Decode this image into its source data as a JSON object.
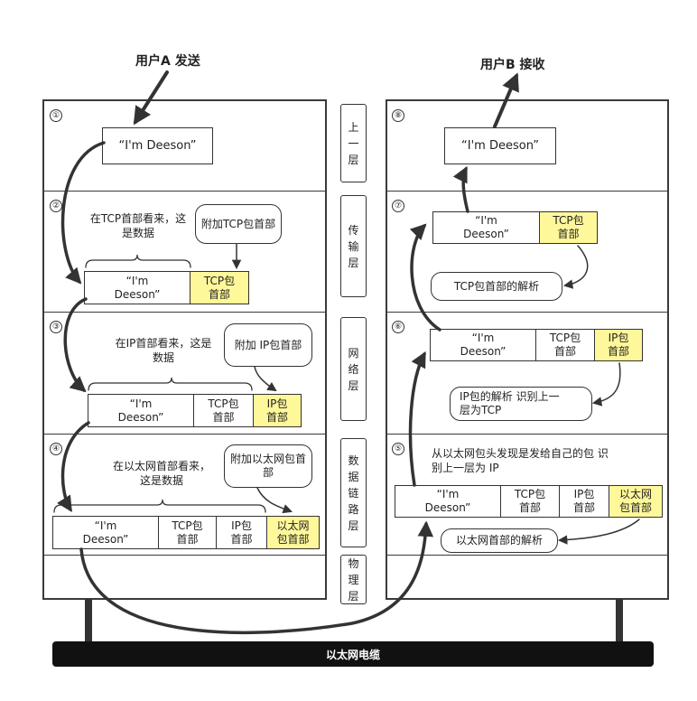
{
  "sender_label": "用户A 发送",
  "receiver_label": "用户B 接收",
  "layers": [
    "上一层",
    "传输层",
    "网络层",
    "数据链路层",
    "物理层"
  ],
  "step_numbers": [
    "①",
    "②",
    "③",
    "④",
    "⑤",
    "⑥",
    "⑦",
    "⑧"
  ],
  "payload_single": "“I'm Deeson”",
  "payload_line1": "“I'm",
  "payload_line2": "Deeson”",
  "tcp_header": "TCP包首部",
  "ip_header": "IP包首部",
  "eth_header": "以太网包首部",
  "sender": {
    "step2_note": "在TCP首部看来，这是数据",
    "step2_bubble": "附加TCP包首部",
    "step3_note": "在IP首部看来，这是数据",
    "step3_bubble": "附加 IP包首部",
    "step4_note": "在以太网首部看来，这是数据",
    "step4_bubble": "附加以太网包首部"
  },
  "receiver": {
    "step7_bubble": "TCP包首部的解析",
    "step6_bubble": "IP包的解析 识别上一层为TCP",
    "step5_note": "从以太网包头发现是发给自己的包 识别上一层为 IP",
    "step5_bubble": "以太网首部的解析"
  },
  "cable_label": "以太网电缆"
}
